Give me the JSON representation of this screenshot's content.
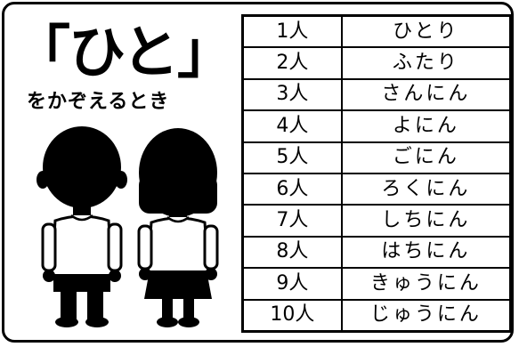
{
  "title": "「ひと」",
  "subtitle": "をかぞえるとき",
  "rows": [
    {
      "count": "1人",
      "reading": "ひとり"
    },
    {
      "count": "2人",
      "reading": "ふたり"
    },
    {
      "count": "3人",
      "reading": "さんにん"
    },
    {
      "count": "4人",
      "reading": "よにん"
    },
    {
      "count": "5人",
      "reading": "ごにん"
    },
    {
      "count": "6人",
      "reading": "ろくにん"
    },
    {
      "count": "7人",
      "reading": "しちにん"
    },
    {
      "count": "8人",
      "reading": "はちにん"
    },
    {
      "count": "9人",
      "reading": "きゅうにん"
    },
    {
      "count": "10人",
      "reading": "じゅうにん"
    }
  ],
  "colors": {
    "ink": "#000000",
    "paper": "#ffffff"
  }
}
